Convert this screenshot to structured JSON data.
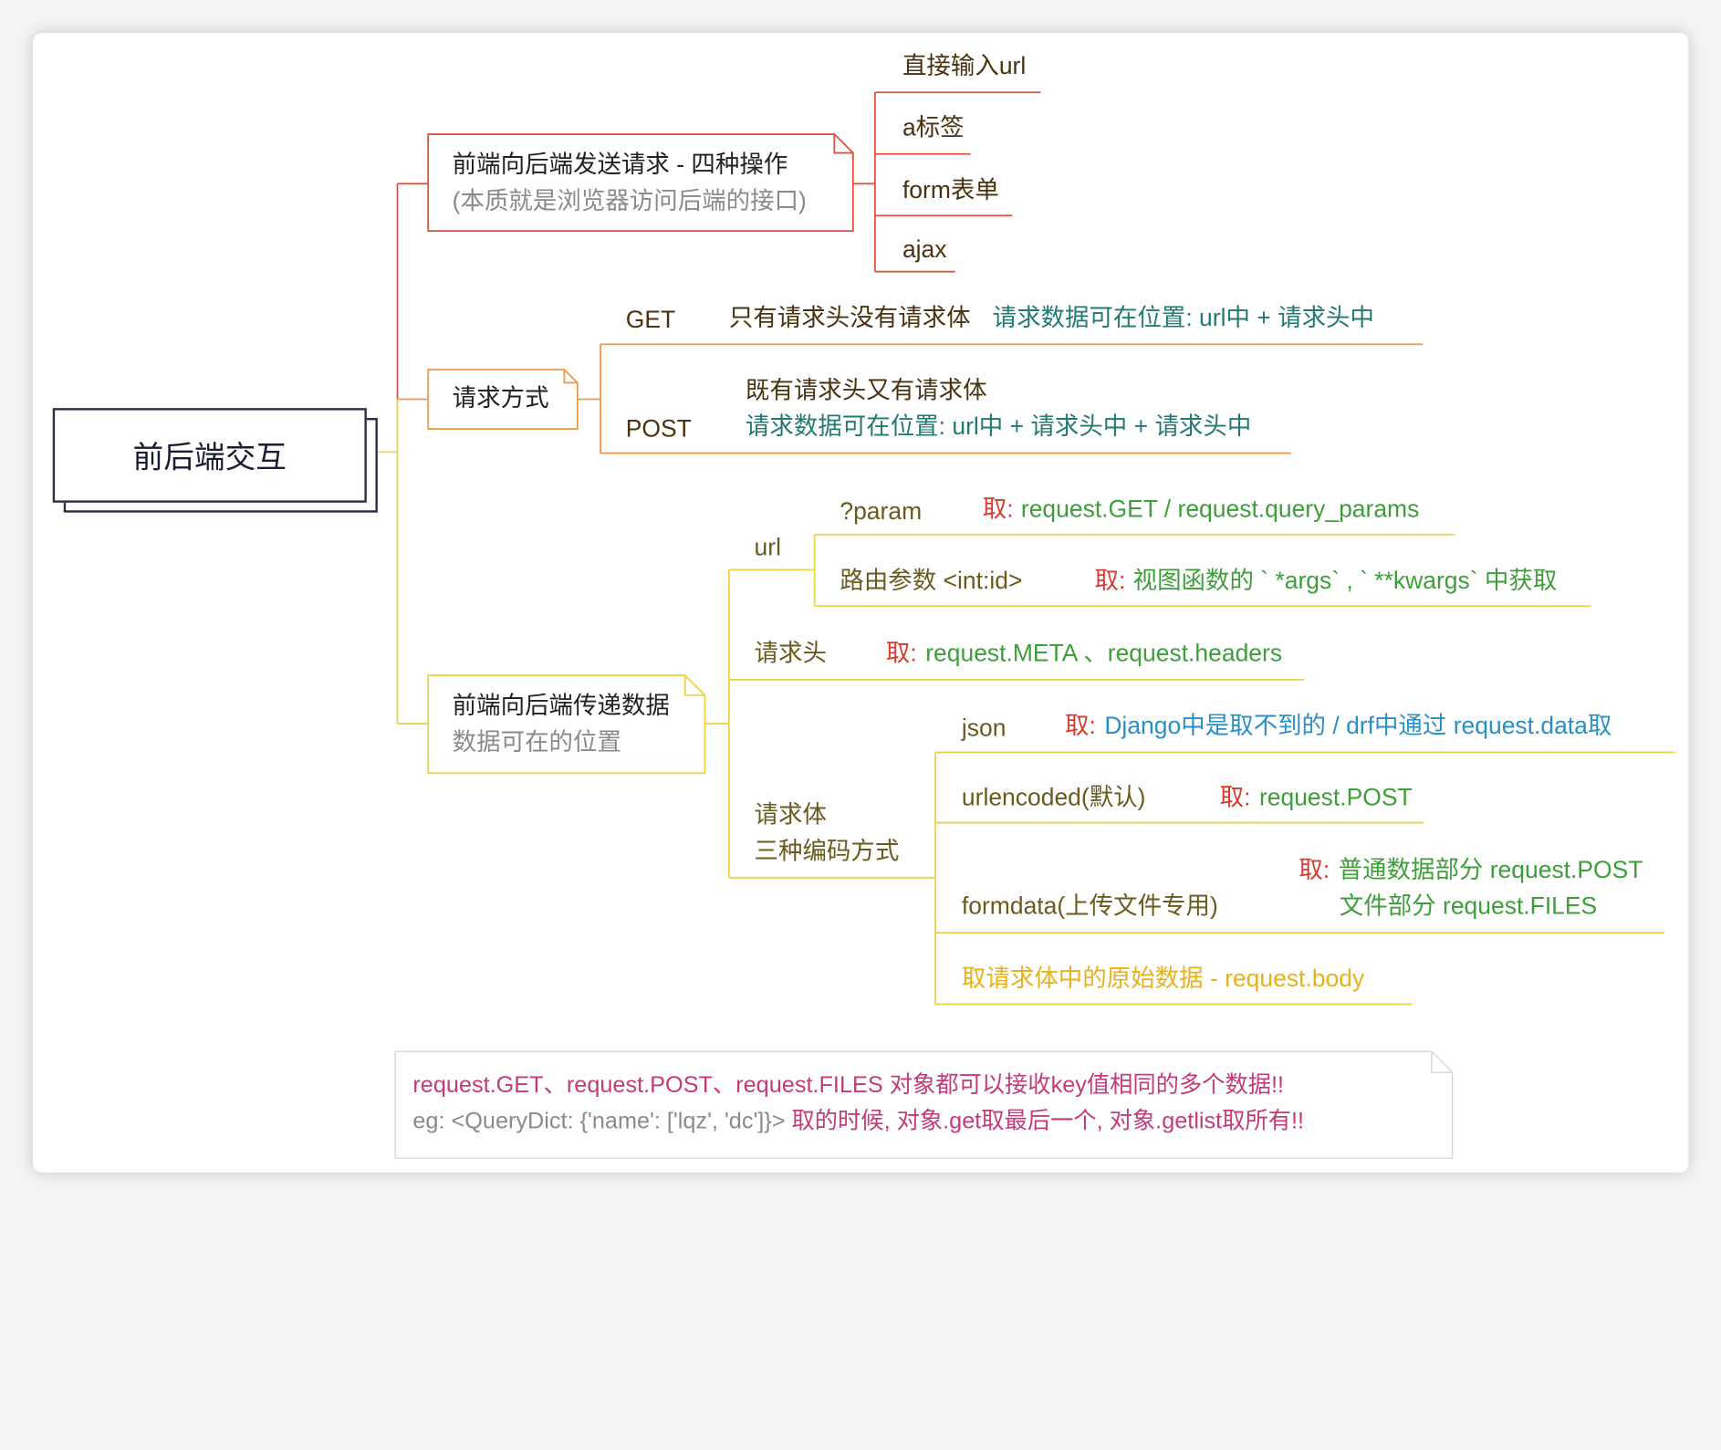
{
  "root": {
    "title": "前后端交互"
  },
  "branch1": {
    "title": "前端向后端发送请求 - 四种操作",
    "subtitle": "(本质就是浏览器访问后端的接口)",
    "children": [
      "直接输入url",
      "a标签",
      "form表单",
      "ajax"
    ]
  },
  "branch2": {
    "title": "请求方式",
    "get": {
      "label": "GET",
      "desc": "只有请求头没有请求体",
      "where": "请求数据可在位置: url中 + 请求头中"
    },
    "post": {
      "label": "POST",
      "desc": "既有请求头又有请求体",
      "where": "请求数据可在位置: url中 + 请求头中 + 请求头中"
    }
  },
  "branch3": {
    "title": "前端向后端传递数据",
    "subtitle": "数据可在的位置",
    "url": {
      "label": "url",
      "param": {
        "label": "?param",
        "take": "取:",
        "value": "request.GET / request.query_params"
      },
      "route": {
        "label": "路由参数 <int:id>",
        "take": "取:",
        "value": "视图函数的 ` *args` , ` **kwargs`  中获取"
      }
    },
    "header": {
      "label": "请求头",
      "take": "取:",
      "value": "request.META 、request.headers"
    },
    "body": {
      "label": "请求体",
      "sublabel": "三种编码方式",
      "json": {
        "label": "json",
        "take": "取:",
        "value": "Django中是取不到的 / drf中通过 request.data取"
      },
      "urlencoded": {
        "label": "urlencoded(默认)",
        "take": "取:",
        "value": "request.POST"
      },
      "formdata": {
        "label": "formdata(上传文件专用)",
        "take": "取:",
        "value1": "普通数据部分 request.POST",
        "value2": "文件部分 request.FILES"
      },
      "raw": "取请求体中的原始数据 - request.body"
    }
  },
  "note": {
    "line1": "request.GET、request.POST、request.FILES 对象都可以接收key值相同的多个数据!!",
    "line2_gray": "eg: <QueryDict: {'name': ['lqz', 'dc']}>",
    "line2_rest": " 取的时候, 对象.get取最后一个, 对象.getlist取所有!!"
  },
  "colors": {
    "red_branch": "#e0503f",
    "orange_branch": "#ec9a4a",
    "yellow_branch": "#ecd24c",
    "root_border": "#2c2e45"
  }
}
